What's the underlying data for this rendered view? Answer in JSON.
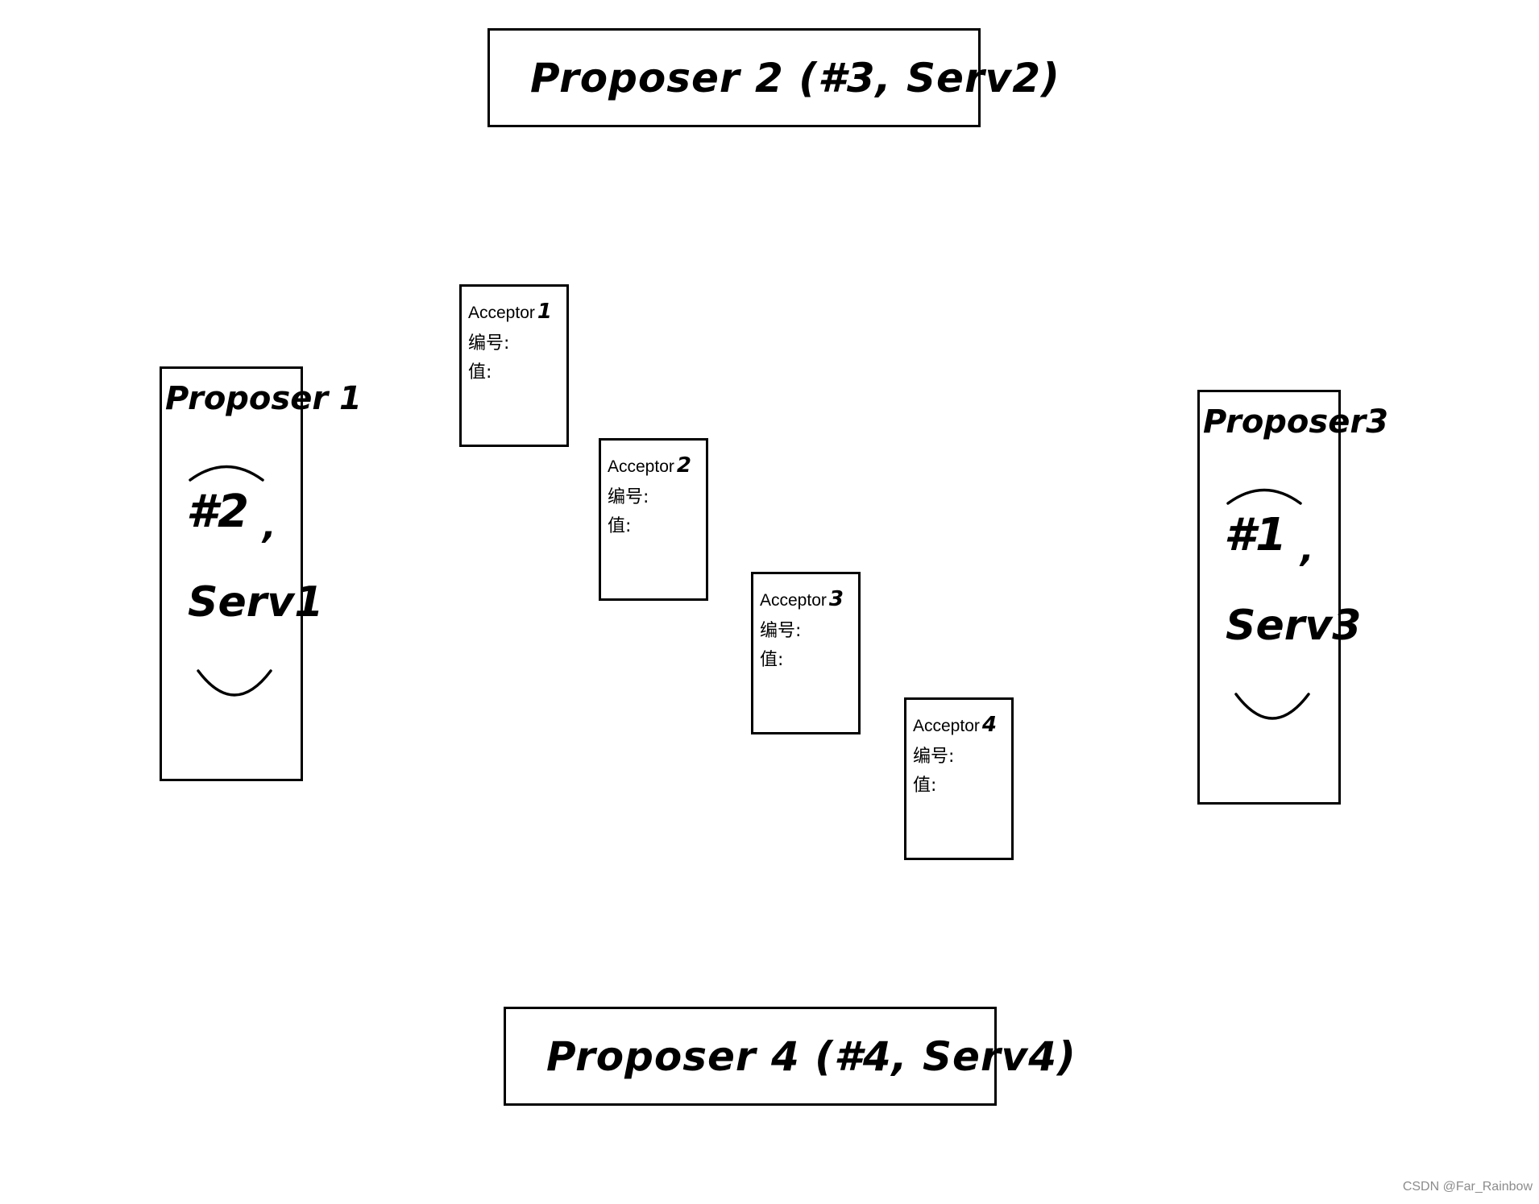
{
  "proposers": {
    "p1": {
      "title": "Proposer 1",
      "number": "#2",
      "comma": ",",
      "value": "Serv1"
    },
    "p2": {
      "label": "Proposer 2 (#3, Serv2)"
    },
    "p3": {
      "title": "Proposer3",
      "number": "#1",
      "comma": ",",
      "value": "Serv3"
    },
    "p4": {
      "label": "Proposer 4 (#4, Serv4)"
    }
  },
  "acceptors": [
    {
      "name": "Acceptor",
      "num": "1",
      "field_number": "编号:",
      "field_value": "值:"
    },
    {
      "name": "Acceptor",
      "num": "2",
      "field_number": "编号:",
      "field_value": "值:"
    },
    {
      "name": "Acceptor",
      "num": "3",
      "field_number": "编号:",
      "field_value": "值:"
    },
    {
      "name": "Acceptor",
      "num": "4",
      "field_number": "编号:",
      "field_value": "值:"
    }
  ],
  "watermark": "CSDN @Far_Rainbow"
}
